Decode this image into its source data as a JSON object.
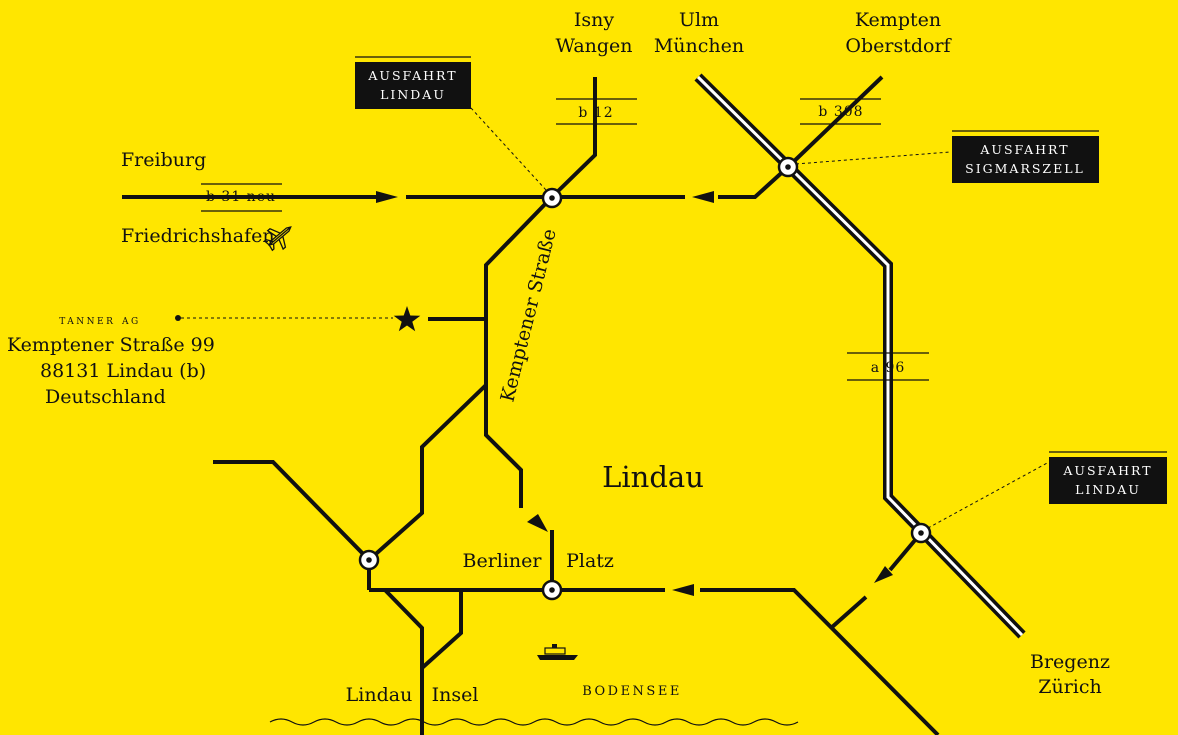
{
  "colors": {
    "background": "#FFE600",
    "ink": "#111111",
    "box_text": "#FFFFFF"
  },
  "directions": {
    "isny": "Isny",
    "wangen": "Wangen",
    "ulm": "Ulm",
    "muenchen": "München",
    "kempten": "Kempten",
    "oberstdorf": "Oberstdorf",
    "freiburg": "Freiburg",
    "friedrichshafen": "Friedrichshafen",
    "bregenz": "Bregenz",
    "zuerich": "Zürich"
  },
  "road_signs": {
    "b12": "b 12",
    "b308": "b 308",
    "b31": "b 31 neu",
    "a96": "a 96"
  },
  "exits": {
    "lindau_north": [
      "AUSFAHRT",
      "LINDAU"
    ],
    "sigmarszell": [
      "AUSFAHRT",
      "SIGMARSZELL"
    ],
    "lindau_south": [
      "AUSFAHRT",
      "LINDAU"
    ]
  },
  "company": {
    "name": "tanner ag",
    "street": "Kemptener Straße 99",
    "city": "88131 Lindau (b)",
    "country": "Deutschland"
  },
  "places": {
    "street_name": "Kemptener Straße",
    "city": "Lindau",
    "berliner": "Berliner",
    "platz": "Platz",
    "lindau": "Lindau",
    "insel": "Insel",
    "bodensee": "BODENSEE"
  },
  "icons": [
    "airplane-icon",
    "star-icon",
    "ship-icon",
    "junction-icon"
  ]
}
